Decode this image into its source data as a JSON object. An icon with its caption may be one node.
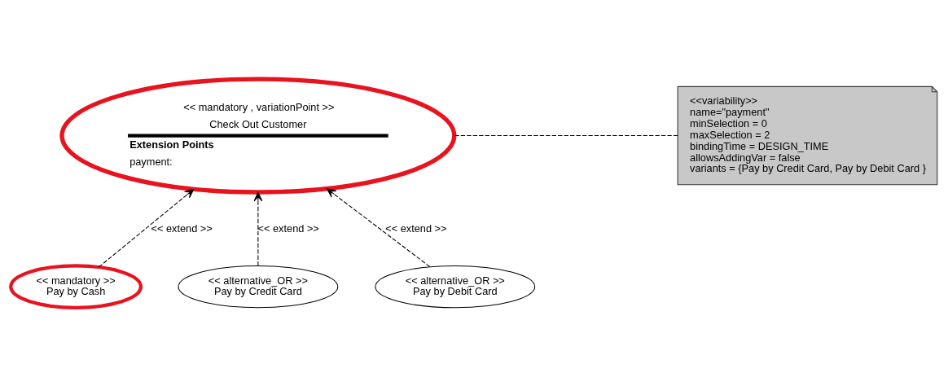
{
  "diagram": {
    "nodes": [
      {
        "text": [
          "<< mandatory , variationPoint >>",
          "Check Out Customer",
          "Extension Points",
          "payment:"
        ]
      },
      {
        "text": [
          "<<variability>>",
          "name=\"payment\"",
          "minSelection = 0",
          "maxSelection = 2",
          "bindingTime = DESIGN_TIME",
          "allowsAddingVar = false",
          "variants = {Pay by Credit Card, Pay by Debit Card }"
        ]
      },
      {
        "text": [
          "<< mandatory >>",
          "Pay by Cash"
        ]
      },
      {
        "text": [
          "<< alternative_OR >>",
          "Pay by Credit Card"
        ]
      },
      {
        "text": [
          "<< alternative_OR >>",
          "Pay by Debit Card"
        ]
      }
    ],
    "edges": [
      {
        "from": 0,
        "to": 1,
        "arrow": "none",
        "style": "dashed"
      },
      {
        "from": 2,
        "to": 0,
        "arrow": "to",
        "style": "dashed",
        "label": "<< extend >>"
      },
      {
        "from": 3,
        "to": 0,
        "arrow": "to",
        "style": "dashed",
        "label": "<< extend >>"
      },
      {
        "from": 4,
        "to": 0,
        "arrow": "to",
        "style": "dashed",
        "label": "<< extend >>"
      }
    ]
  }
}
